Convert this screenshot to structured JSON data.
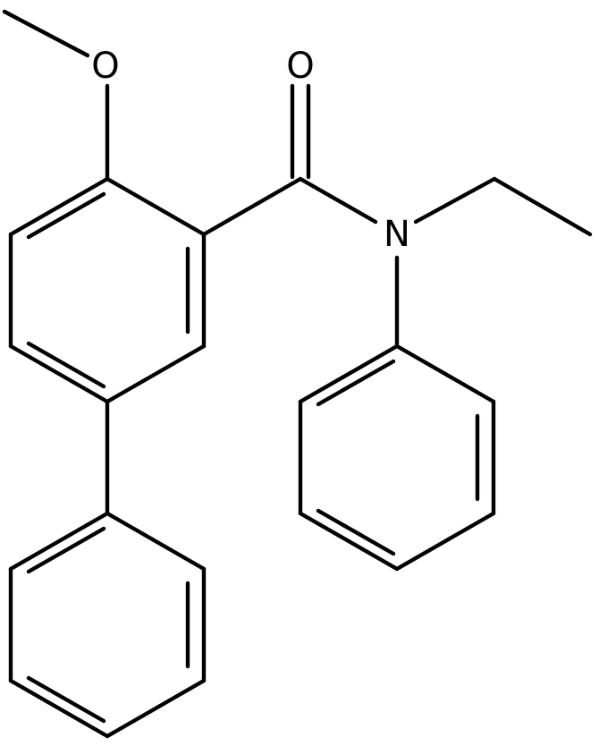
{
  "molecule": {
    "atom_labels": {
      "methoxy_oxygen": "O",
      "carbonyl_oxygen": "O",
      "amide_nitrogen": "N"
    },
    "colors": {
      "bond": "#000000",
      "label": "#000000",
      "background": "#ffffff"
    }
  }
}
